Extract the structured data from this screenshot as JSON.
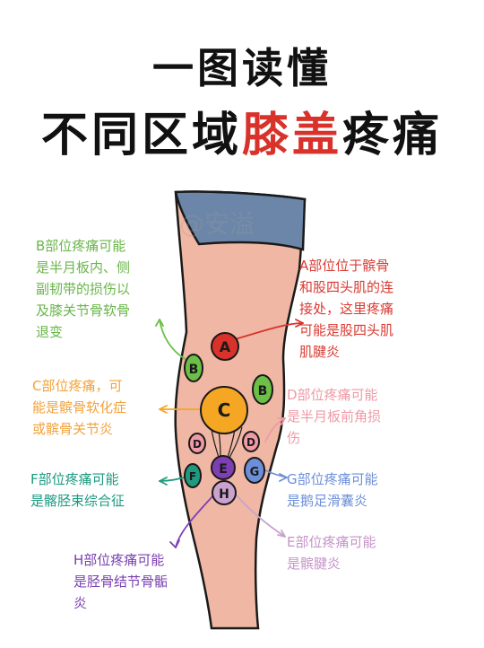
{
  "title": {
    "line1": "一图读懂",
    "line2_prefix": "不同区域",
    "line2_highlight": "膝盖",
    "line2_suffix": "疼痛"
  },
  "watermark": "@安溢",
  "points": {
    "A": "A",
    "B": "B",
    "C": "C",
    "D": "D",
    "E": "E",
    "F": "F",
    "G": "G",
    "H": "H"
  },
  "labels": {
    "B": [
      "B部位疼痛可能",
      "是半月板内、侧",
      "副韧带的损伤以",
      "及膝关节骨软骨",
      "退变"
    ],
    "A": [
      "A部位位于髌骨",
      "和股四头肌的连",
      "接处，这里疼痛",
      "可能是股四头肌",
      "肌腱炎"
    ],
    "C": [
      "C部位疼痛，可",
      "能是髌骨软化症",
      "或髌骨关节炎"
    ],
    "D": [
      "D部位疼痛可能",
      "是半月板前角损",
      "伤"
    ],
    "F": [
      "F部位疼痛可能",
      "是髂胫束综合征"
    ],
    "G": [
      "G部位疼痛可能",
      "是鹅足滑囊炎"
    ],
    "H": [
      "H部位疼痛可能",
      "是胫骨结节骨骺",
      "炎"
    ],
    "E": [
      "E部位疼痛可能",
      "是髌腱炎"
    ]
  },
  "colors": {
    "skin": "#f0b7a4",
    "shorts": "#6b86a8",
    "A": "#d8322a",
    "B": "#6cbf47",
    "C": "#f5a623",
    "D": "#ef9aa5",
    "E": "#7e3fb3",
    "F": "#1f9a7f",
    "G": "#6d8fd9",
    "H": "#c9a3cd"
  }
}
